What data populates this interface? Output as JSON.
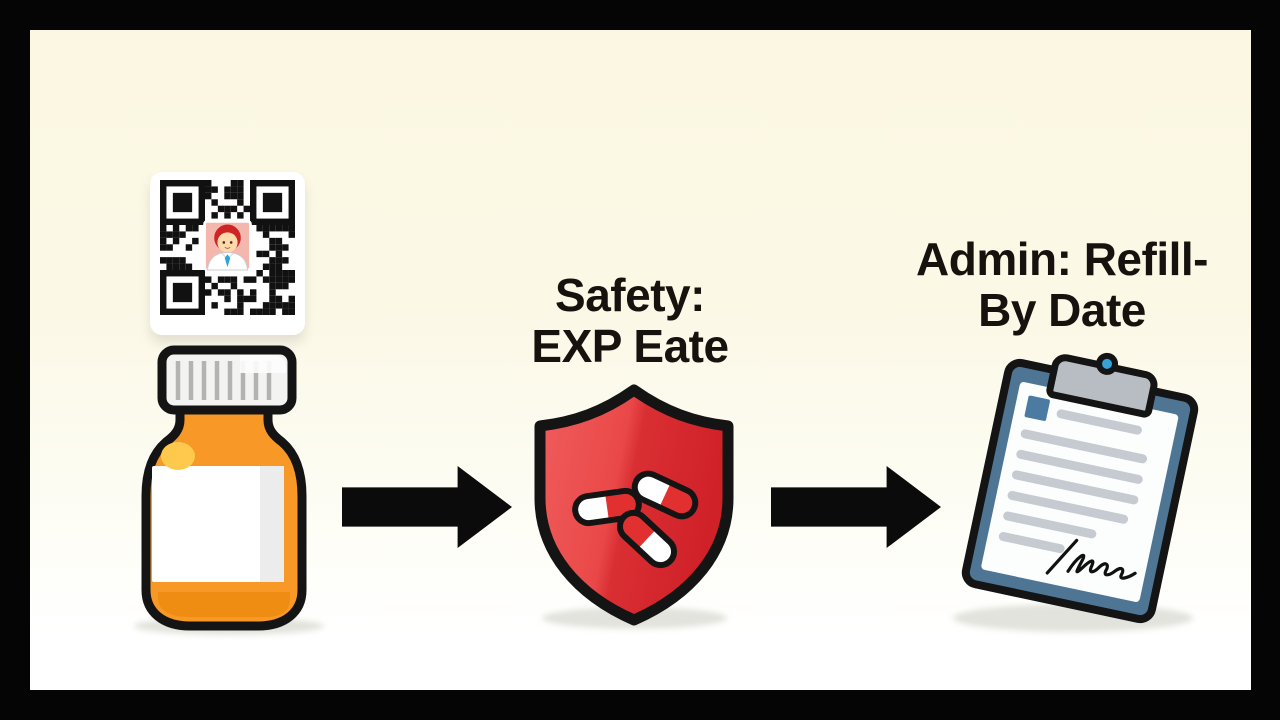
{
  "illustration": {
    "frame_color": "#050505",
    "background": {
      "top": "#fbf7e2",
      "bottom": "#ffffff"
    },
    "steps": [
      {
        "name": "prescription-bottle",
        "title_line1": "",
        "title_line2": "",
        "icons": [
          "qr-code",
          "pill-bottle"
        ]
      },
      {
        "name": "safety-exp-date",
        "title_line1": "Safety:",
        "title_line2": "EXP Eate",
        "icons": [
          "shield-with-pills"
        ]
      },
      {
        "name": "admin-refill-by-date",
        "title_line1": "Admin: Refill-",
        "title_line2": "By Date",
        "icons": [
          "clipboard-signed-form"
        ]
      }
    ],
    "colors": {
      "title_text": "#16120e",
      "arrow_black": "#0b0b0b",
      "bottle_orange": "#f79827",
      "bottle_orange_dark": "#ef8c12",
      "bottle_highlight": "#ffc94d",
      "cap_gray": "#f3f3f1",
      "cap_ridge": "#b3b3b1",
      "label_white": "#ffffff",
      "label_shade": "#ececec",
      "shield_red_light": "#f05d5d",
      "shield_red_dark": "#d02028",
      "pill_red": "#e23030",
      "pill_white": "#ffffff",
      "clipboard_blue": "#4e7694",
      "clip_gray": "#b7bdc3",
      "knob_blue": "#35a3d8",
      "doc_square_blue": "#4c7ba1",
      "paper_line_gray": "#c6cbd1",
      "shadow_gray": "#e3e3dd"
    },
    "clipboard_paper": {
      "line_widths": [
        "62%",
        "92%",
        "92%",
        "92%",
        "88%",
        "68%",
        "48%"
      ]
    }
  }
}
